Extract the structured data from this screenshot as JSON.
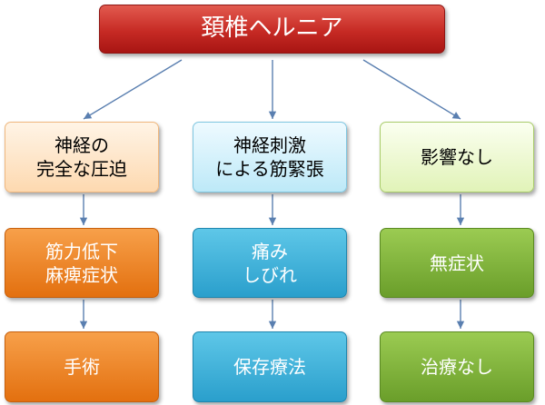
{
  "title": "頚椎ヘルニア",
  "columns": [
    {
      "cause": "神経の\n完全な圧迫",
      "symptom": "筋力低下\n麻痺症状",
      "treatment": "手術"
    },
    {
      "cause": "神経刺激\nによる筋緊張",
      "symptom": "痛み\nしびれ",
      "treatment": "保存療法"
    },
    {
      "cause": "影響なし",
      "symptom": "無症状",
      "treatment": "治療なし"
    }
  ],
  "colors": {
    "title": "#c62a24",
    "connector": "#5a7fb0",
    "column_1": "#e3700f",
    "column_2": "#2a9fcc",
    "column_3": "#6a9e2a"
  }
}
